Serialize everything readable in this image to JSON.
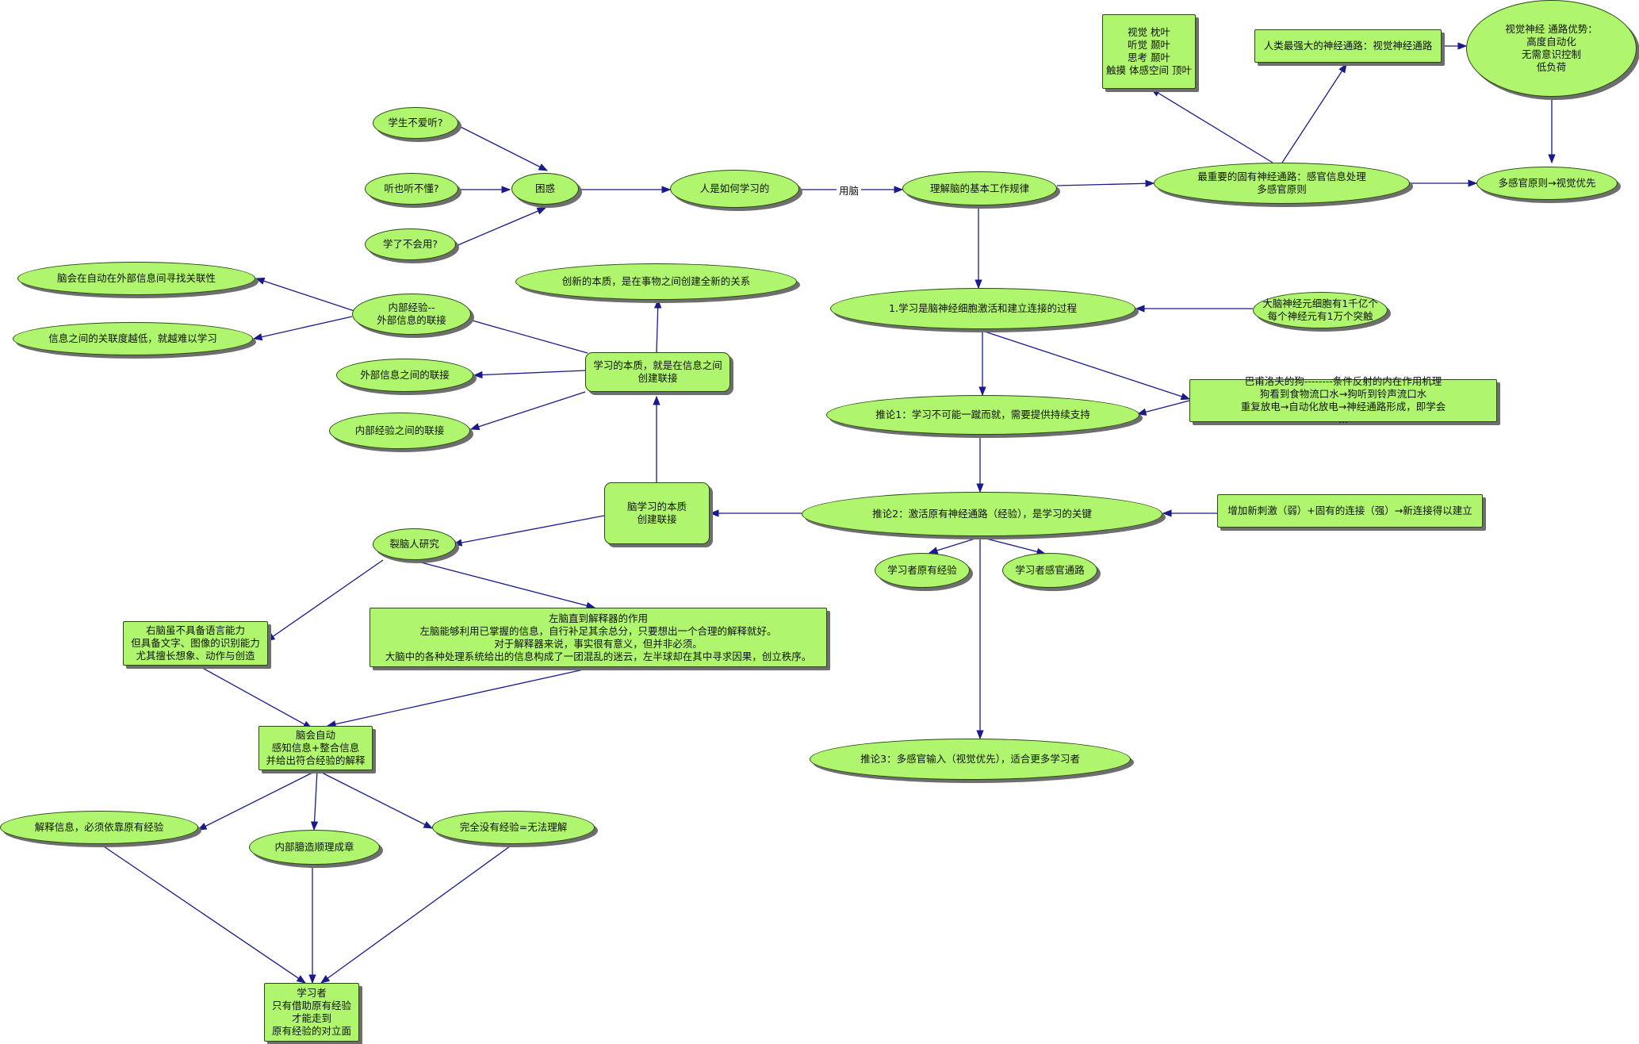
{
  "nodes": {
    "n_xuesheng": "学生不爱听?",
    "n_tingbudong": "听也听不懂?",
    "n_buhuiyong": "学了不会用?",
    "n_kunhuo": "困惑",
    "n_renruhe": "人是如何学习的",
    "n_lijie": "理解脑的基本工作规律",
    "n_zuizhongyao": "最重要的固有神经通路：感官信息处理\n多感官原则",
    "n_duoganguan": "多感官原则→视觉优先",
    "n_shijue_box": "视觉  枕叶\n听觉 颞叶\n思考 颞叶\n触摸 体感空间   顶叶",
    "n_renlei": "人类最强大的神经通路：视觉神经通路",
    "n_shijue_adv": "视觉神经 通路优势：\n高度自动化\n无需意识控制\n低负荷",
    "n_xuexishi": "1.学习是脑神经细胞激活和建立连接的过程",
    "n_danao": "大脑神经元细胞有1千亿个\n每个神经元有1万个突触",
    "n_tuilun1": "推论1：学习不可能一蹴而就，需要提供持续支持",
    "n_bafuluofu": "巴甫洛夫的狗--------条件反射的内在作用机理\n狗看到食物流口水→狗听到铃声流口水\n重复放电→自动化放电→神经通路形成，即学会\n...",
    "n_tuilun2": "推论2：激活原有神经通路（经验），是学习的关键",
    "n_zengjia": "增加新刺激（弱）+固有的连接（强）→新连接得以建立",
    "n_youjingyan": "学习者原有经验",
    "n_ganguan": "学习者感官通路",
    "n_tuilun3": "推论3：多感官输入（视觉优先），适合更多学习者",
    "n_naoxuexi": "脑学习的本质\n创建联接",
    "n_benzhi": "学习的本质，就是在信息之间\n创建联接",
    "n_chuangxin": "创新的本质，是在事物之间创建全新的关系",
    "n_neibujingyan": "内部经验--\n外部信息的联接",
    "n_waibu": "外部信息之间的联接",
    "n_neibuzhijian": "内部经验之间的联接",
    "n_naohui": "脑会在自动在外部信息间寻找关联性",
    "n_guanlian": "信息之间的关联度越低，就越难以学习",
    "n_lienao": "裂脑人研究",
    "n_younao": "右脑虽不具备语言能力\n但具备文字、图像的识别能力\n尤其擅长想象、动作与创造",
    "n_zuonao": "左脑直到解释器的作用\n左脑能够利用已掌握的信息，自行补足其余总分，只要想出一个合理的解释就好。\n对于解释器来说，事实很有意义，但并非必须。\n大脑中的各种处理系统给出的信息构成了一团混乱的迷云，左半球却在其中寻求因果，创立秩序。",
    "n_naohuizidong": "脑会自动\n感知信息+整合信息\n并给出符合经验的解释",
    "n_jieshi": "解释信息，必须依靠原有经验",
    "n_neibu_libian": "内部臆造顺理成章",
    "n_wanquan": "完全没有经验=无法理解",
    "n_xuexizhe": "学习者\n只有借助原有经验\n才能走到\n原有经验的对立面"
  },
  "edge_labels": {
    "yongnao": "用脑"
  },
  "colors": {
    "node_fill": "#b0f56e",
    "node_border": "#2a4a12",
    "edge": "#1a1a8c",
    "shadow": "#6e6e6e"
  }
}
